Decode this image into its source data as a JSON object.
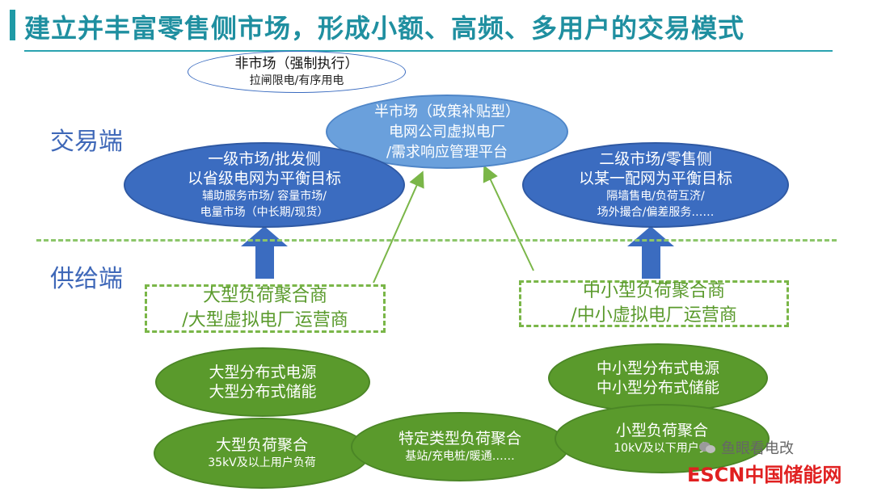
{
  "title": "建立并丰富零售侧市场，形成小额、高频、多用户的交易模式",
  "side_labels": {
    "trade": "交易端",
    "supply": "供给端"
  },
  "non_market": {
    "line1": "非市场（强制执行）",
    "line2": "拉闸限电/有序用电"
  },
  "semi_market": {
    "line1": "半市场（政策补贴型）",
    "line2": "电网公司虚拟电厂",
    "line3": "/需求响应管理平台"
  },
  "primary_market": {
    "line1": "一级市场/批发侧",
    "line2": "以省级电网为平衡目标",
    "line3": "辅助服务市场/ 容量市场/",
    "line4": "电量市场（中长期/现货）"
  },
  "secondary_market": {
    "line1": "二级市场/零售侧",
    "line2": "以某一配网为平衡目标",
    "line3": "隔墙售电/负荷互济/",
    "line4": "场外撮合/偏差服务……"
  },
  "large_aggregator": {
    "line1": "大型负荷聚合商",
    "line2": "/大型虚拟电厂运营商"
  },
  "small_aggregator": {
    "line1": "中小型负荷聚合商",
    "line2": "/中小虚拟电厂运营商"
  },
  "large_distributed": {
    "line1": "大型分布式电源",
    "line2": "大型分布式储能"
  },
  "large_load": {
    "line1": "大型负荷聚合",
    "line2": "35kV及以上用户负荷"
  },
  "specific_load": {
    "line1": "特定类型负荷聚合",
    "line2": "基站/充电桩/暖通……"
  },
  "small_distributed": {
    "line1": "中小型分布式电源",
    "line2": "中小型分布式储能"
  },
  "small_load": {
    "line1": "小型负荷聚合",
    "line2": "10kV及以下用户负"
  },
  "watermark": {
    "wechat": "鱼眼看电改",
    "escn": "ESCN中国储能网"
  },
  "colors": {
    "title": "#1f8fa0",
    "blue": "#3b6cc0",
    "light_blue": "#6aa0dc",
    "green": "#5a9a2c",
    "dash_green": "#7ab648",
    "label_blue": "#3f68b8"
  }
}
